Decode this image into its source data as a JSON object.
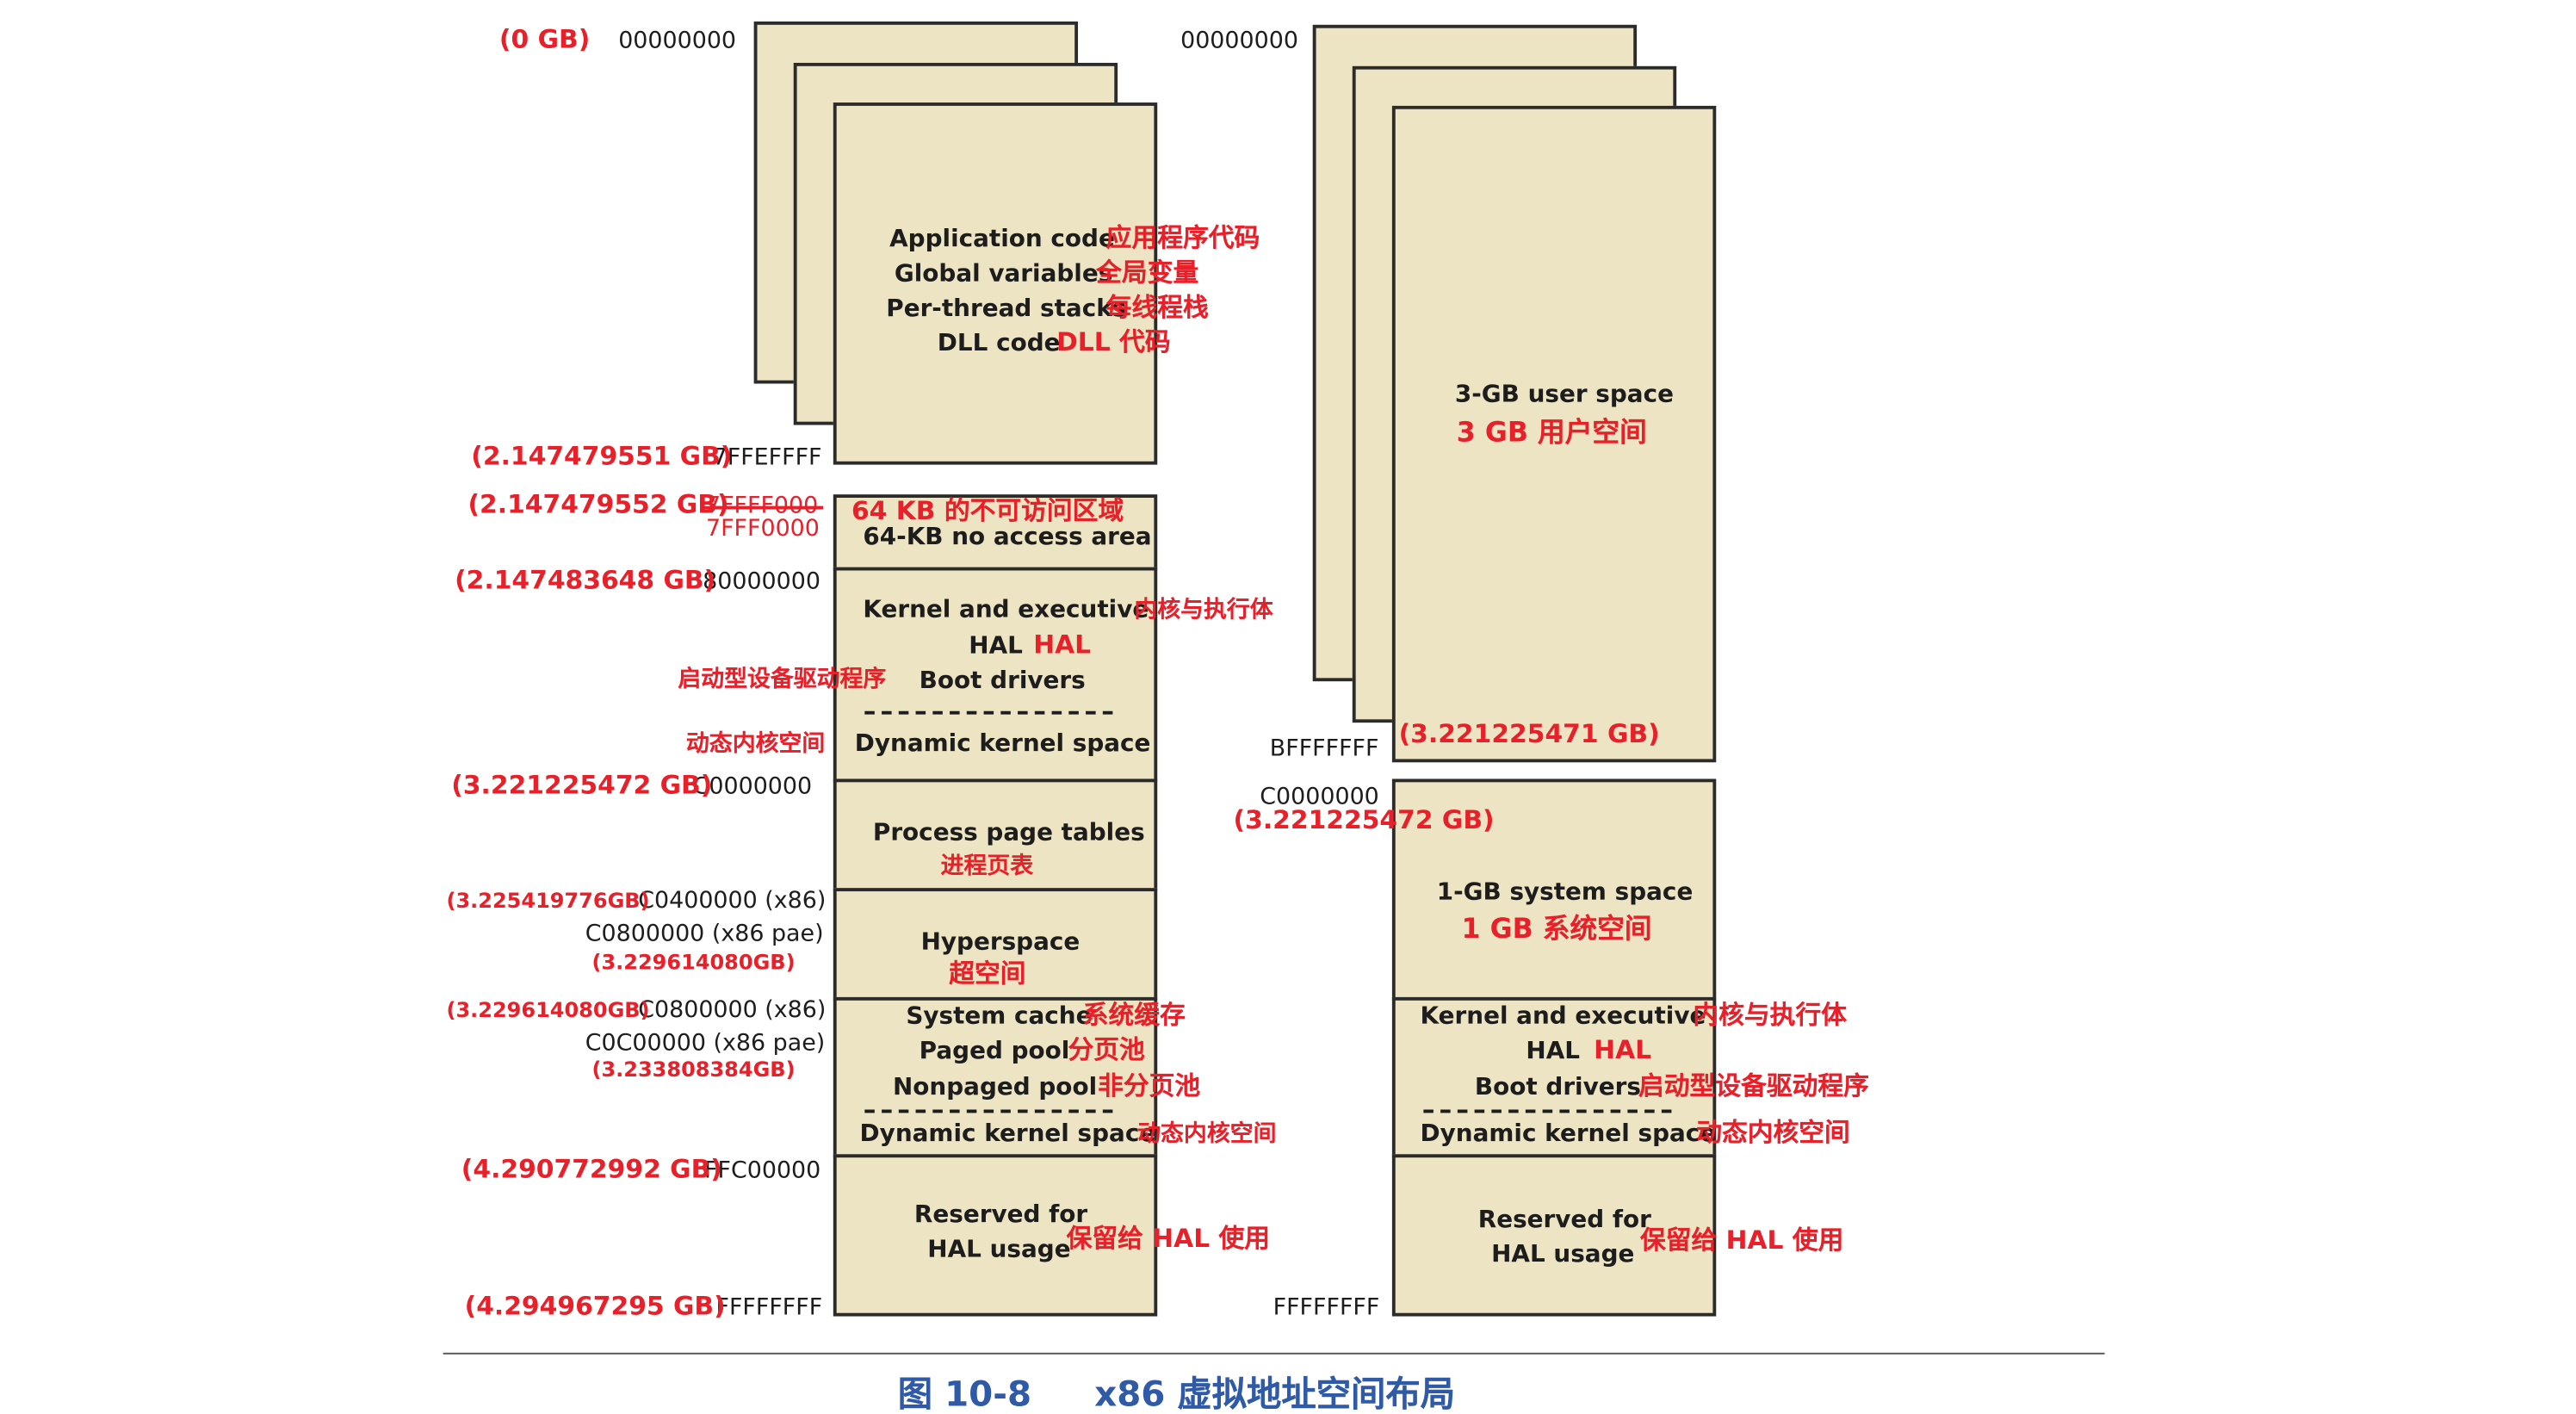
{
  "left": {
    "addr": {
      "a00000000": "00000000",
      "a7FFEFFFF": "7FFEFFFF",
      "a7FFF0000_struck": "7FFFF000",
      "a7FFF0000": "7FFF0000",
      "a80000000": "80000000",
      "aC0000000": "C0000000",
      "aC0400000": "C0400000 (x86)",
      "aC0800000pae": "C0800000 (x86 pae)",
      "aC0800000": "C0800000 (x86)",
      "aC0C00000pae": "C0C00000 (x86 pae)",
      "aFFC00000": "FFC00000",
      "aFFFFFFFF": "FFFFFFFF"
    },
    "gb": {
      "g0": "(0 GB)",
      "g1": "(2.147479551 GB)",
      "g2": "(2.147479552 GB)",
      "g3": "(2.147483648  GB)",
      "g4": "(3.221225472 GB)",
      "g5": "(3.225419776GB)",
      "g6": "(3.229614080GB)",
      "g7": "(3.229614080GB)",
      "g8": "(3.233808384GB)",
      "g9": "(4.290772992 GB)",
      "g10": "(4.294967295 GB)"
    },
    "user": {
      "app_code": "Application code",
      "app_code_cn": "应用程序代码",
      "globals": "Global variables",
      "globals_cn": "全局变量",
      "stacks": "Per-thread stacks",
      "stacks_cn": "每线程栈",
      "dll": "DLL code",
      "dll_cn": "DLL 代码"
    },
    "noaccess": "64-KB no access area",
    "noaccess_cn": "64 KB 的不可访问区域",
    "kernel": {
      "kexec": "Kernel and executive",
      "kexec_cn": "内核与执行体",
      "hal": "HAL",
      "hal_cn": "HAL",
      "boot": "Boot drivers",
      "boot_cn": "启动型设备驱动程序",
      "dyn": "Dynamic kernel space",
      "dyn_cn": "动态内核空间"
    },
    "ppt": "Process page tables",
    "ppt_cn": "进程页表",
    "hyper": "Hyperspace",
    "hyper_cn": "超空间",
    "syscache": {
      "sc": "System cache",
      "sc_cn": "系统缓存",
      "pp": "Paged pool",
      "pp_cn": "分页池",
      "np": "Nonpaged pool",
      "np_cn": "非分页池",
      "dyn": "Dynamic kernel space",
      "dyn_cn": "动态内核空间"
    },
    "reserved": {
      "l1": "Reserved for",
      "l2": "HAL usage",
      "cn": "保留给 HAL 使用"
    }
  },
  "right": {
    "addr": {
      "a00000000": "00000000",
      "aBFFFFFFF": "BFFFFFFF",
      "aC0000000": "C0000000",
      "aFFFFFFFF": "FFFFFFFF"
    },
    "gb": {
      "g1": "(3.221225471 GB)",
      "g2": "(3.221225472 GB)"
    },
    "user": "3-GB user space",
    "user_cn": "3 GB 用户空间",
    "sys": "1-GB system space",
    "sys_cn": "1 GB 系统空间",
    "kernel": {
      "kexec": "Kernel and executive",
      "kexec_cn": "内核与执行体",
      "hal": "HAL",
      "hal_cn": "HAL",
      "boot": "Boot drivers",
      "boot_cn": "启动型设备驱动程序",
      "dyn": "Dynamic kernel space",
      "dyn_cn": "动态内核空间"
    },
    "reserved": {
      "l1": "Reserved for",
      "l2": "HAL usage",
      "cn": "保留给 HAL 使用"
    }
  },
  "caption": {
    "num": "图 10-8",
    "title": "x86 虚拟地址空间布局"
  }
}
